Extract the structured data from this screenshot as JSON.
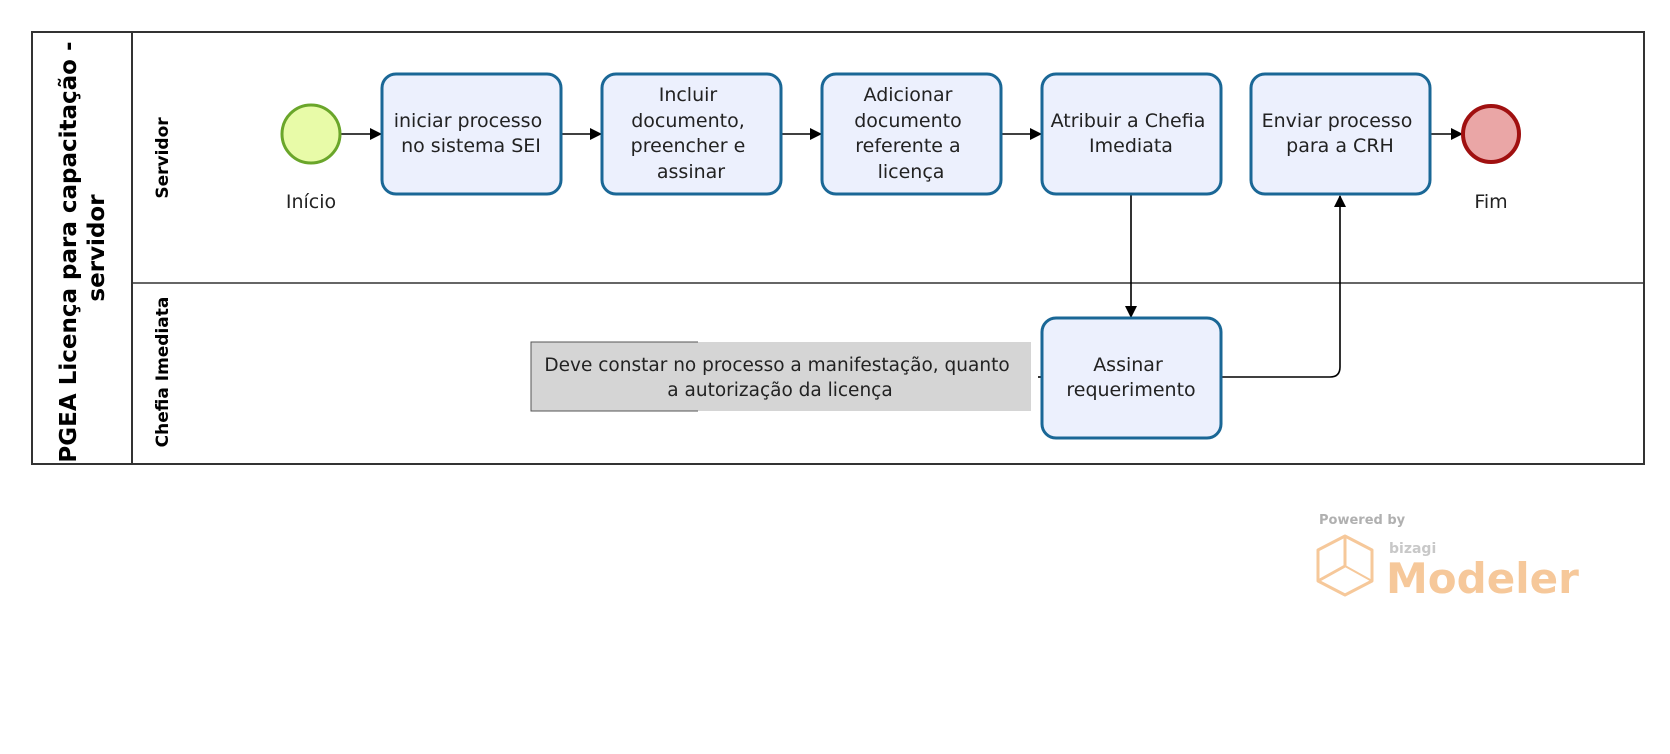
{
  "pool": {
    "title_lines": [
      "PGEA Licença para capacitação -",
      "servidor"
    ]
  },
  "lanes": [
    {
      "id": "servidor",
      "label": "Servidor"
    },
    {
      "id": "chefia",
      "label": "Chefia Imediata"
    }
  ],
  "events": [
    {
      "id": "start",
      "type": "start",
      "label": "Início"
    },
    {
      "id": "end",
      "type": "end",
      "label": "Fim"
    }
  ],
  "tasks": [
    {
      "id": "t1",
      "lines": [
        "iniciar processo",
        "no sistema SEI"
      ]
    },
    {
      "id": "t2",
      "lines": [
        "Incluir",
        "documento,",
        "preencher e",
        "assinar"
      ]
    },
    {
      "id": "t3",
      "lines": [
        "Adicionar",
        "documento",
        "referente a",
        "licença"
      ]
    },
    {
      "id": "t4",
      "lines": [
        "Atribuir a Chefia",
        "Imediata"
      ]
    },
    {
      "id": "t5",
      "lines": [
        "Enviar processo",
        "para a CRH"
      ]
    },
    {
      "id": "t6",
      "lines": [
        "Assinar",
        "requerimento"
      ]
    }
  ],
  "annotation": {
    "lines": [
      "Deve constar no processo a manifestação, quanto",
      "a autorização da licença"
    ]
  },
  "watermark": {
    "powered_by": "Powered by",
    "brand": "bizagi",
    "product": "Modeler"
  },
  "colors": {
    "task_fill": "#ecf0fd",
    "task_stroke": "#1a6796",
    "start_fill": "#e8fba8",
    "start_stroke": "#6aa62a",
    "end_fill": "#eaa6a6",
    "end_stroke": "#a01010",
    "annotation_fill": "#d5d5d5",
    "line": "#000000",
    "watermark_orange": "#f6c89a"
  }
}
